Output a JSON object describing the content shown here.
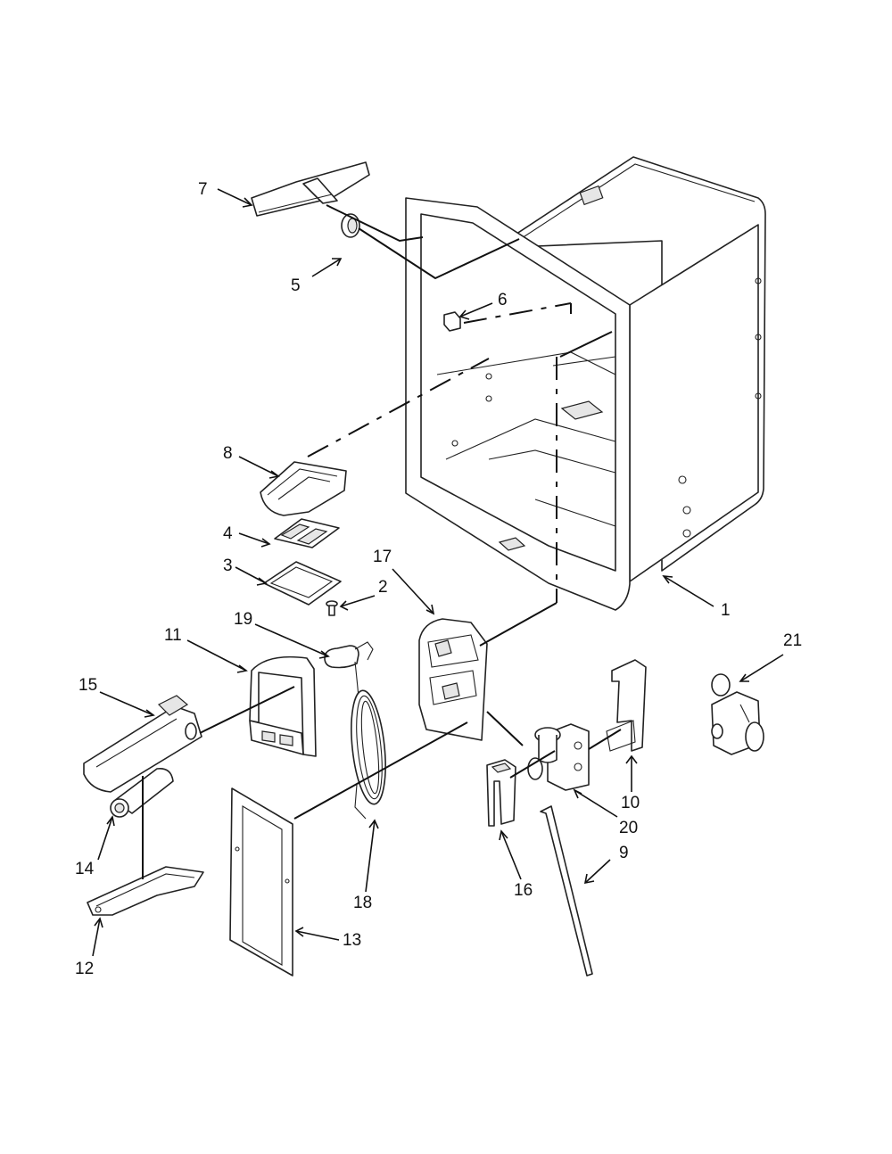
{
  "diagram": {
    "callouts": [
      {
        "id": "1",
        "label": "1"
      },
      {
        "id": "2",
        "label": "2"
      },
      {
        "id": "3",
        "label": "3"
      },
      {
        "id": "4",
        "label": "4"
      },
      {
        "id": "5",
        "label": "5"
      },
      {
        "id": "6",
        "label": "6"
      },
      {
        "id": "7",
        "label": "7"
      },
      {
        "id": "8",
        "label": "8"
      },
      {
        "id": "9",
        "label": "9"
      },
      {
        "id": "10",
        "label": "10"
      },
      {
        "id": "11",
        "label": "11"
      },
      {
        "id": "12",
        "label": "12"
      },
      {
        "id": "13",
        "label": "13"
      },
      {
        "id": "14",
        "label": "14"
      },
      {
        "id": "15",
        "label": "15"
      },
      {
        "id": "16",
        "label": "16"
      },
      {
        "id": "17",
        "label": "17"
      },
      {
        "id": "18",
        "label": "18"
      },
      {
        "id": "19",
        "label": "19"
      },
      {
        "id": "20",
        "label": "20"
      },
      {
        "id": "21",
        "label": "21"
      }
    ],
    "parts": [
      {
        "name": "liner-housing",
        "callout": "1"
      },
      {
        "name": "screw",
        "callout": "2"
      },
      {
        "name": "cover-plate",
        "callout": "3"
      },
      {
        "name": "control-board",
        "callout": "4"
      },
      {
        "name": "knob",
        "callout": "5"
      },
      {
        "name": "clip",
        "callout": "6"
      },
      {
        "name": "top-cover",
        "callout": "7"
      },
      {
        "name": "control-housing",
        "callout": "8"
      },
      {
        "name": "tube",
        "callout": "9"
      },
      {
        "name": "bracket",
        "callout": "10"
      },
      {
        "name": "filter-housing-cover",
        "callout": "11"
      },
      {
        "name": "filter-tray",
        "callout": "12"
      },
      {
        "name": "channel-cover",
        "callout": "13"
      },
      {
        "name": "filter-cartridge",
        "callout": "14"
      },
      {
        "name": "filter-head",
        "callout": "15"
      },
      {
        "name": "bracket-small",
        "callout": "16"
      },
      {
        "name": "mounting-bracket",
        "callout": "17"
      },
      {
        "name": "coiled-tubing",
        "callout": "18"
      },
      {
        "name": "sensor",
        "callout": "19"
      },
      {
        "name": "water-valve",
        "callout": "20"
      },
      {
        "name": "water-valve-alt",
        "callout": "21"
      }
    ]
  }
}
